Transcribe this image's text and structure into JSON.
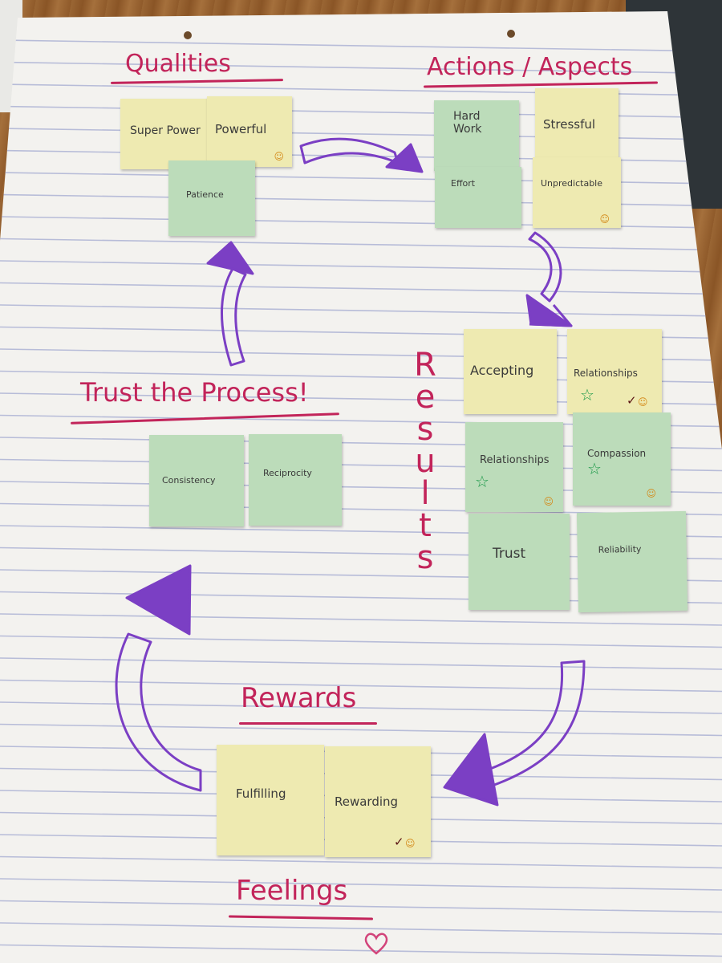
{
  "headings": {
    "qualities": "Qualities",
    "actions": "Actions / Aspects",
    "trust": "Trust the Process!",
    "results_letters": [
      "R",
      "e",
      "s",
      "u",
      "l",
      "t",
      "s"
    ],
    "rewards": "Rewards",
    "feelings": "Feelings"
  },
  "notes": {
    "super_power": "Super Power",
    "powerful": "Powerful",
    "patience": "Patience",
    "hard_work": "Hard\nWork",
    "effort": "Effort",
    "stressful": "Stressful",
    "unpredictable": "Unpredictable",
    "accepting": "Accepting",
    "relationships_1": "Relationships",
    "relationships_2": "Relationships",
    "compassion": "Compassion",
    "trust": "Trust",
    "reliability": "Reliability",
    "consistency": "Consistency",
    "reciprocity": "Reciprocity",
    "fulfilling": "Fulfilling",
    "rewarding": "Rewarding"
  },
  "colors": {
    "heading_ink": "#c2245a",
    "arrow_ink": "#7b3fc4",
    "yellow_note": "#eeeab1",
    "green_note": "#bcdcba",
    "star_ink": "#1e9a4a"
  },
  "icons": {
    "smiley": "☺",
    "check": "✓",
    "star": "☆"
  }
}
